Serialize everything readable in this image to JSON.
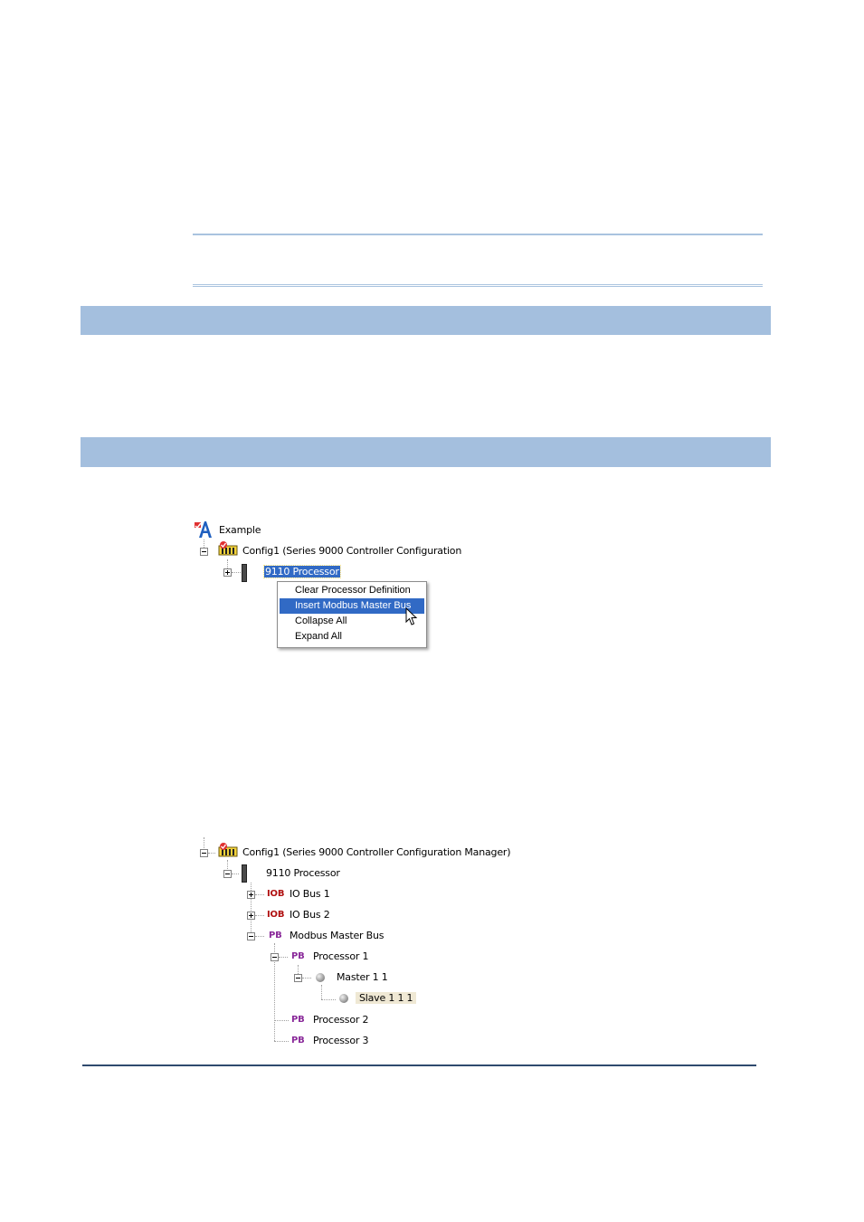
{
  "colors": {
    "band": "#a4bfde",
    "rule_light": "#a9c3df",
    "rule_dark": "#2f4a6e",
    "selection": "#316ac5",
    "iob_tag": "#b01010",
    "pb_tag": "#8a2a9a"
  },
  "tree1": {
    "root": {
      "icon": "project-a-icon",
      "label": "Example"
    },
    "config": {
      "icon": "config-rack-icon",
      "label": "Config1 (Series 9000 Controller Configuration"
    },
    "processor": {
      "icon": "processor-module-icon",
      "label": "9110 Processor"
    }
  },
  "context_menu": {
    "items": [
      {
        "label": "Clear Processor Definition",
        "selected": false
      },
      {
        "label": "Insert Modbus Master Bus",
        "selected": true
      },
      {
        "label": "Collapse All",
        "selected": false
      },
      {
        "label": "Expand All",
        "selected": false
      }
    ],
    "cursor": "arrow-cursor-icon"
  },
  "tree2": {
    "config": {
      "icon": "config-rack-icon",
      "label": "Config1 (Series 9000 Controller Configuration Manager)"
    },
    "processor": {
      "label": "9110 Processor"
    },
    "io_bus_1": {
      "tag": "IOB",
      "label": "IO Bus 1"
    },
    "io_bus_2": {
      "tag": "IOB",
      "label": "IO Bus 2"
    },
    "modbus_master_bus": {
      "tag": "PB",
      "label": "Modbus Master Bus"
    },
    "processor_1": {
      "tag": "PB",
      "label": "Processor 1"
    },
    "master_1_1": {
      "label": "Master 1 1"
    },
    "slave_1_1_1": {
      "label": "Slave 1 1 1"
    },
    "processor_2": {
      "tag": "PB",
      "label": "Processor 2"
    },
    "processor_3": {
      "tag": "PB",
      "label": "Processor 3"
    }
  }
}
